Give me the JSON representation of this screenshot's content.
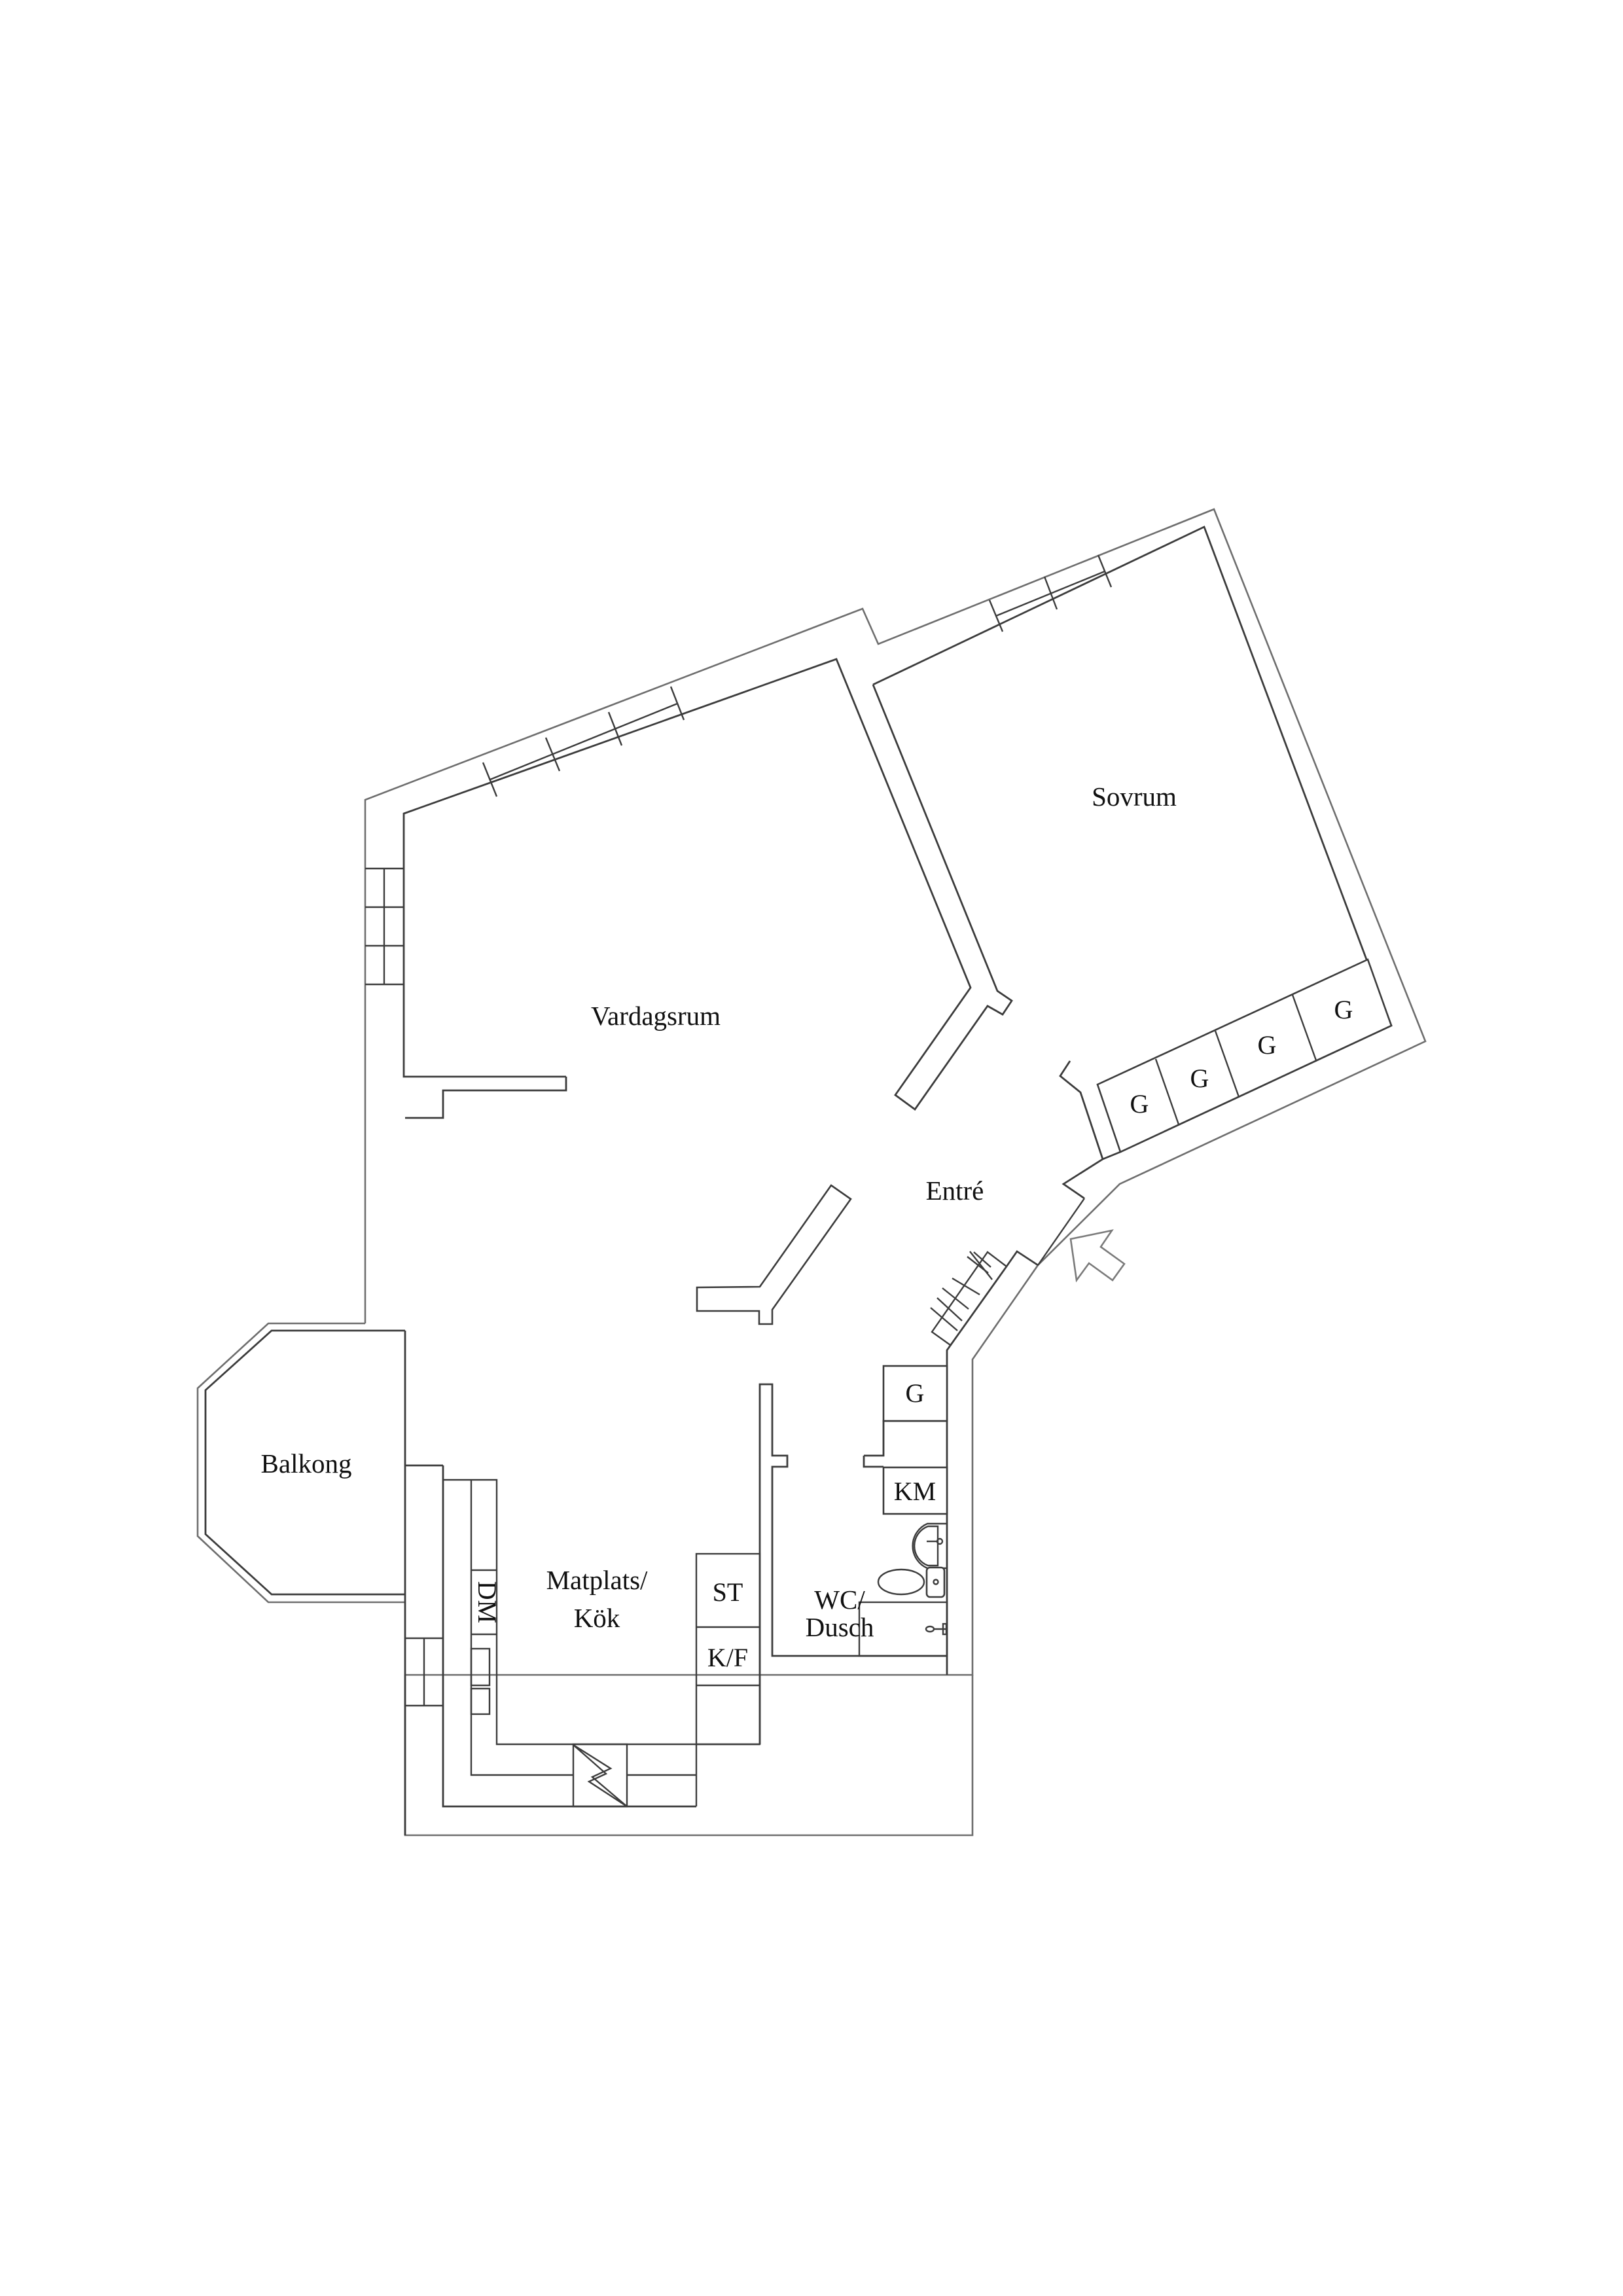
{
  "floorplan": {
    "rooms": {
      "vardagsrum": "Vardagsrum",
      "sovrum": "Sovrum",
      "entre": "Entré",
      "balkong": "Balkong",
      "kitchen_line1": "Matplats/",
      "kitchen_line2": "Kök",
      "bath_line1": "WC/",
      "bath_line2": "Dusch"
    },
    "fixtures": {
      "wardrobe_bedroom": [
        "G",
        "G",
        "G",
        "G"
      ],
      "wardrobe_hall": "G",
      "washing_machine": "KM",
      "dishwasher": "DM",
      "stove": "ST",
      "fridge_freezer": "K/F"
    },
    "symbols": {
      "entrance_arrow": "arrow-icon",
      "electrical_panel": "lightning-icon",
      "sink": "sink-icon",
      "toilet": "toilet-icon",
      "shower": "shower-icon",
      "coat_rack": "coat-rack-icon"
    },
    "colors": {
      "background": "#ffffff",
      "line": "#3c3c3c",
      "outer_line": "#6e6e6e",
      "text": "#111111"
    }
  }
}
